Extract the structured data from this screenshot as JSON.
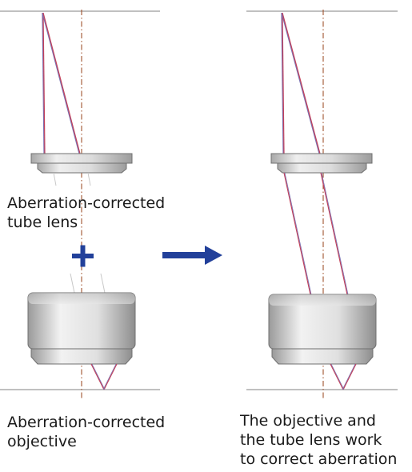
{
  "captions": {
    "tube_lens": [
      "Aberration-corrected",
      "tube lens"
    ],
    "objective": [
      "Aberration-corrected",
      "objective"
    ],
    "result": [
      "The objective and",
      "the tube lens work",
      "to correct aberration"
    ]
  },
  "symbols": {
    "plus": "plus-icon",
    "arrow": "arrow-right-icon"
  },
  "colors": {
    "ray": "#c2405a",
    "ray_alt": "#7a6fb0",
    "optical_axis": "#a0522d",
    "plane": "#9a9a9a",
    "lens_fill": "#d9d9d9",
    "lens_stroke": "#707070",
    "accent": "#22409a"
  }
}
